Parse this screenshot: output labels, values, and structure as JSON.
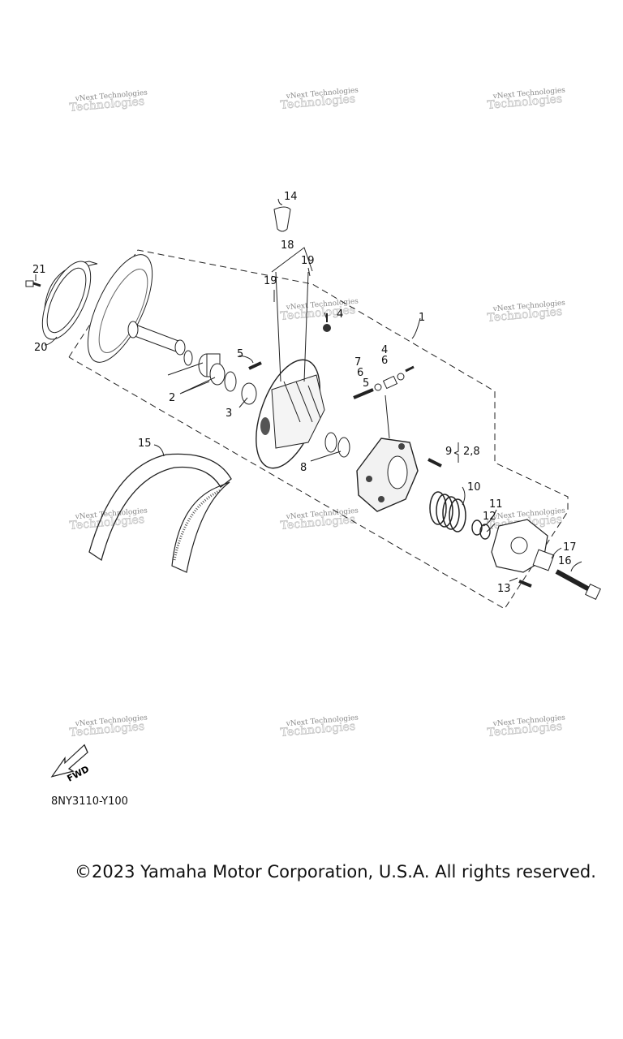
{
  "diagram": {
    "callouts": [
      "1",
      "2",
      "3",
      "4",
      "4",
      "5",
      "5",
      "6",
      "6",
      "7",
      "8",
      "9",
      "2,8",
      "10",
      "11",
      "12",
      "13",
      "14",
      "15",
      "16",
      "17",
      "18",
      "19",
      "19",
      "20",
      "21"
    ],
    "direction_label": "FWD",
    "code": "8NY3110-Y100",
    "watermark": "vNext Technologies"
  },
  "footer": {
    "copyright": "©2023 Yamaha Motor Corporation, U.S.A. All rights reserved."
  }
}
